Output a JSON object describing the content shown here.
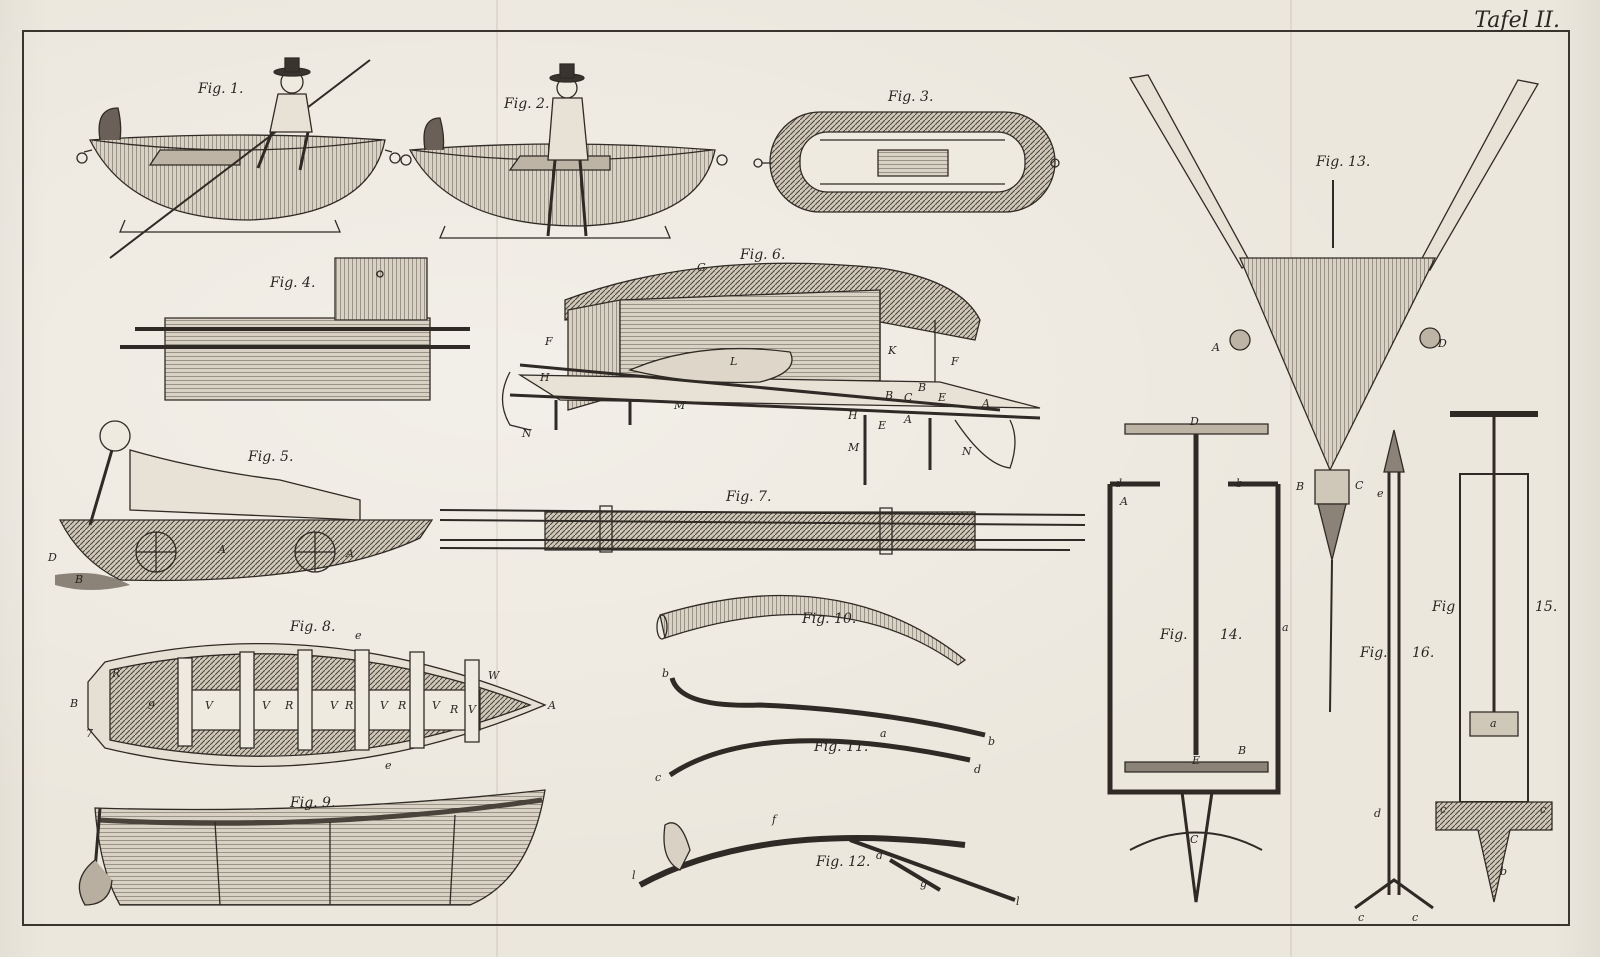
{
  "plate_title": "Tafel II.",
  "figures": {
    "fig1": "Fig. 1.",
    "fig2": "Fig. 2.",
    "fig3": "Fig. 3.",
    "fig4": "Fig. 4.",
    "fig5": "Fig. 5.",
    "fig6": "Fig. 6.",
    "fig7": "Fig. 7.",
    "fig8": "Fig. 8.",
    "fig9": "Fig. 9.",
    "fig10": "Fig. 10.",
    "fig11": "Fig. 11.",
    "fig12": "Fig. 12.",
    "fig13": "Fig. 13.",
    "fig14a": "Fig.",
    "fig14b": "14.",
    "fig15a": "Fig",
    "fig15b": "15.",
    "fig16a": "Fig.",
    "fig16b": "16."
  },
  "letters": {
    "f6_G": "G",
    "f6_F1": "F",
    "f6_F2": "F",
    "f6_K": "K",
    "f6_L": "L",
    "f6_H1": "H",
    "f6_H2": "H",
    "f6_M1": "M",
    "f6_M2": "M",
    "f6_N1": "N",
    "f6_N2": "N",
    "f6_B1": "B",
    "f6_B2": "B",
    "f6_C": "C",
    "f6_E1": "E",
    "f6_E2": "E",
    "f6_A1": "A",
    "f6_A2": "A",
    "f5_D": "D",
    "f5_B": "B",
    "f5_A1": "A",
    "f5_A2": "A",
    "f8_R": "R",
    "f8_W": "W",
    "f8_B": "B",
    "f8_A": "A",
    "f8_e1": "e",
    "f8_e2": "e",
    "f8_7": "7",
    "f8_V1": "V",
    "f8_V2": "V",
    "f8_R2": "R",
    "f8_V3": "V",
    "f8_R3": "R",
    "f8_V4": "V",
    "f8_R4": "R",
    "f8_V5": "V",
    "f8_R5": "R",
    "f8_V6": "V",
    "f8_9": "9",
    "f11_b1": "b",
    "f11_a": "a",
    "f11_b2": "b",
    "f11_c": "c",
    "f11_d": "d",
    "f12_f": "f",
    "f12_l1": "l",
    "f12_d": "d",
    "f12_g": "g",
    "f12_l2": "l",
    "f13_A": "A",
    "f13_D": "D",
    "f13_B": "B",
    "f13_C": "C",
    "f14_D": "D",
    "f14_d": "d",
    "f14_b": "b",
    "f14_A": "A",
    "f14_a": "a",
    "f14_E": "E",
    "f14_B": "B",
    "f14_C": "C",
    "f16_e": "e",
    "f16_d": "d",
    "f16_c1": "c",
    "f16_c2": "c",
    "f15_a": "a",
    "f15_c1": "c",
    "f15_c2": "c",
    "f15_b": "b"
  }
}
